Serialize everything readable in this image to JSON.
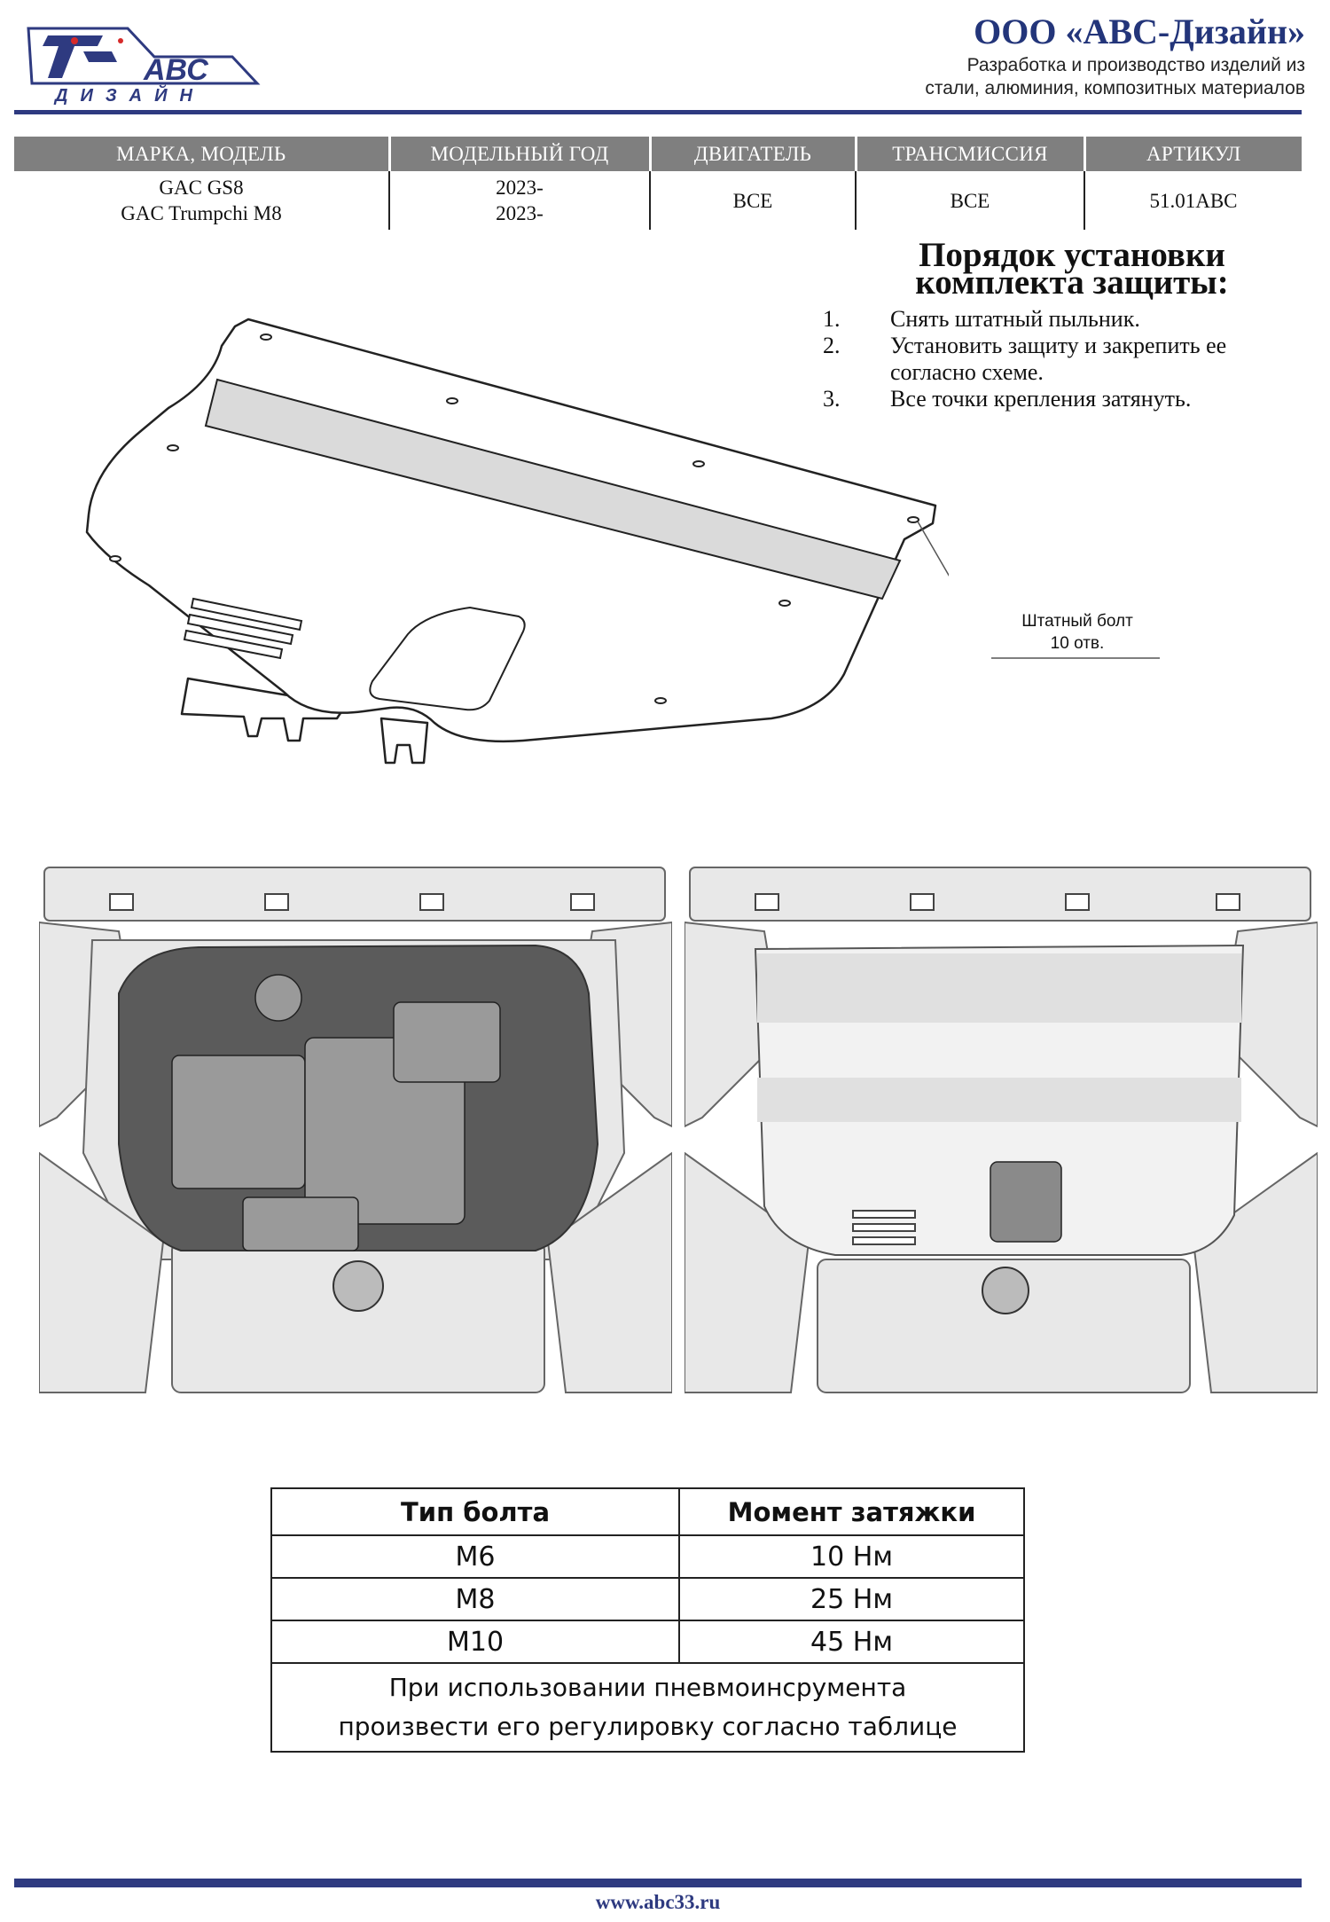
{
  "header": {
    "logo_text": "АВС",
    "logo_subtext": "ДИЗАЙН",
    "company_name": "ООО «АВС-Дизайн»",
    "company_desc_line1": "Разработка и производство изделий из",
    "company_desc_line2": "стали, алюминия, композитных материалов",
    "brand_color": "#2e3a80"
  },
  "spec_table": {
    "headers": [
      "МАРКА, МОДЕЛЬ",
      "МОДЕЛЬНЫЙ ГОД",
      "ДВИГАТЕЛЬ",
      "ТРАНСМИССИЯ",
      "АРТИКУЛ"
    ],
    "row": {
      "model_1": "GAC GS8",
      "model_2": "GAC Trumpchi M8",
      "year_1": "2023-",
      "year_2": "2023-",
      "engine": "ВСЕ",
      "transmission": "ВСЕ",
      "article": "51.01ABC"
    }
  },
  "instructions": {
    "title_line1": "Порядок установки",
    "title_line2": "комплекта защиты:",
    "steps": [
      {
        "num": "1.",
        "text": "Снять штатный пыльник."
      },
      {
        "num": "2.",
        "text": "Установить защиту и закрепить ее согласно схеме."
      },
      {
        "num": "3.",
        "text": "Все точки крепления затянуть."
      }
    ]
  },
  "callout": {
    "line1": "Штатный болт",
    "line2": "10 отв."
  },
  "torque_table": {
    "col1": "Тип болта",
    "col2": "Момент затяжки",
    "rows": [
      {
        "bolt": "M6",
        "torque": "10 Нм"
      },
      {
        "bolt": "M8",
        "torque": "25 Нм"
      },
      {
        "bolt": "M10",
        "torque": "45 Нм"
      }
    ],
    "note_line1": "При использовании пневмоинсрумента",
    "note_line2": "произвести его регулировку согласно таблице"
  },
  "footer": {
    "url": "www.abc33.ru"
  }
}
